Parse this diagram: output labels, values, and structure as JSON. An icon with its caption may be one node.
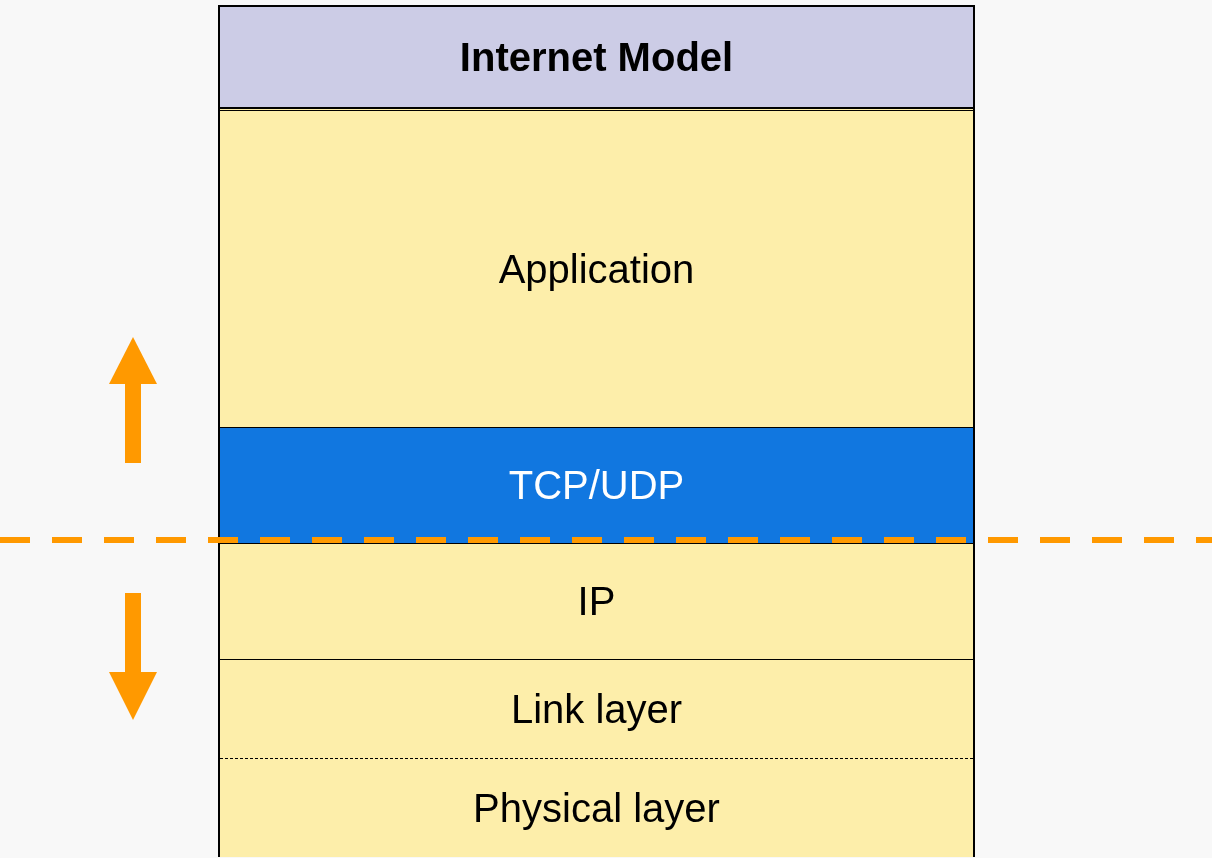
{
  "diagram": {
    "nodes": [
      {
        "text": [
          "Internet Model"
        ]
      },
      {
        "text": [
          "Application"
        ],
        "in": 0
      },
      {
        "text": [
          "TCP/UDP"
        ],
        "in": 0
      },
      {
        "text": [
          "IP"
        ],
        "in": 0
      },
      {
        "text": [
          "Link layer"
        ],
        "in": 0
      },
      {
        "text": [
          "Physical layer"
        ],
        "in": 0
      }
    ],
    "edges": []
  }
}
